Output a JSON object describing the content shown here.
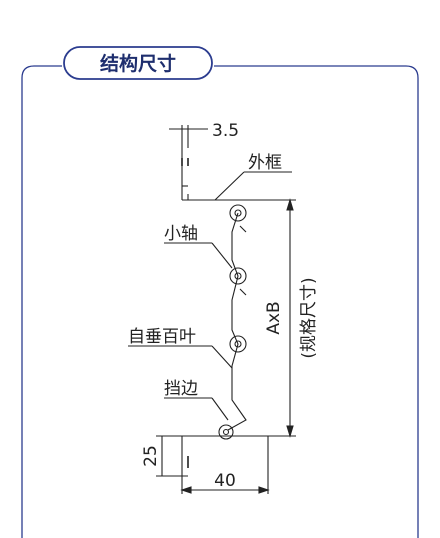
{
  "header": {
    "title": "结构尺寸"
  },
  "labels": {
    "outer_frame": "外框",
    "small_axis": "小轴",
    "self_weight_louver": "自垂百叶",
    "stop_edge": "挡边",
    "spec_size": "AxB",
    "spec_size_note": "(规格尺寸)"
  },
  "dimensions": {
    "top_offset": "3.5",
    "bottom_height": "25",
    "bottom_width": "40"
  },
  "colors": {
    "frame_border": "#2b3c8f",
    "title_text": "#1e2e6e",
    "line": "#222222"
  }
}
